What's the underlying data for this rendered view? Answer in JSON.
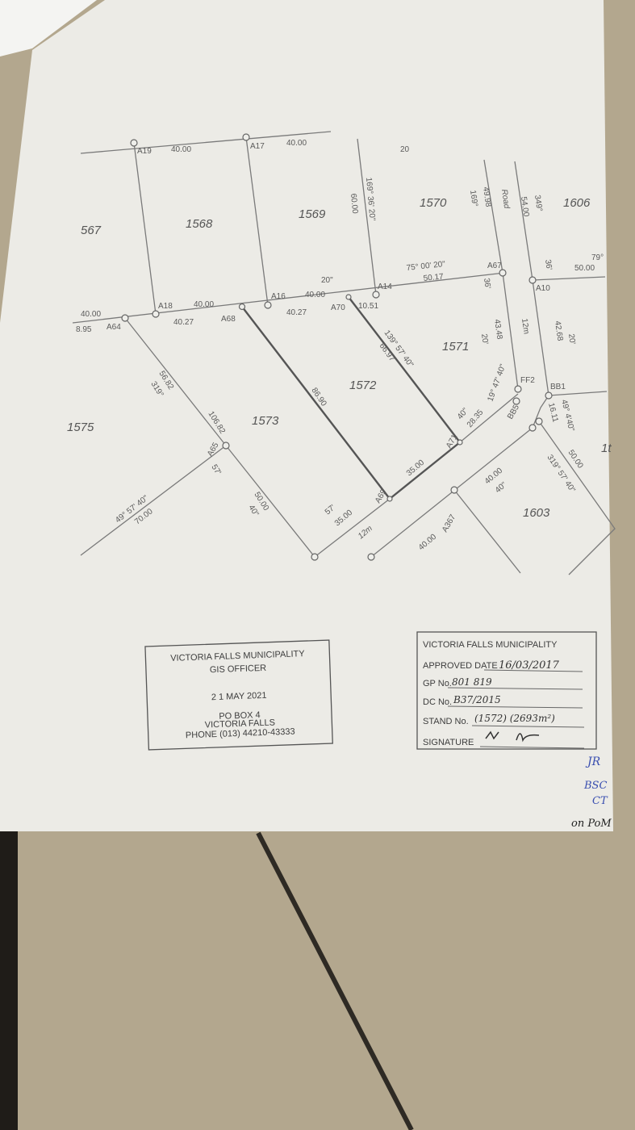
{
  "parcels": [
    "567",
    "1568",
    "1569",
    "1570",
    "1606",
    "1571",
    "1572",
    "1573",
    "1575",
    "1603",
    "1t"
  ],
  "nodes": [
    "A19",
    "A17",
    "A18",
    "A68",
    "A16",
    "A70",
    "A14",
    "A64",
    "A67",
    "A10",
    "A65",
    "A69",
    "A71",
    "A367",
    "BB1",
    "BB5",
    "FF2"
  ],
  "dimensions": {
    "top_a19": "40.00",
    "top_a17": "40.00",
    "mid_a18": "40.00",
    "mid_a18_below": "40.27",
    "mid_a16": "40.00",
    "mid_a16_below": "40.27",
    "a14_small": "10.51",
    "left_top": "40.00",
    "left_below": "8.95",
    "bearing_1569": "169° 36' 20\"",
    "len_1569": "60.00",
    "bearing_a14": "75° 00' 20\"",
    "len_a14": "50.17",
    "seconds_20": "20\"",
    "top_20": "20",
    "road_label": "Road",
    "road_bearing": "169°",
    "road_len": "49.98",
    "east_bearing": "349°",
    "east_len": "54.00",
    "a10_bearing": "79°",
    "a10_len": "50.00",
    "a10_36": "36'",
    "a67_36": "36'",
    "road_width": "12m",
    "road_width_2": "12m",
    "len_43": "43.48",
    "min_20": "20'",
    "len_42": "42.68",
    "min_20b": "20'",
    "bearing_1572": "139° 57' 40\"",
    "len_1572": "66.97",
    "len_a68": "86.90",
    "len_a64": "56.82",
    "bearing_a64": "319°",
    "len_a65": "106.82",
    "bearing_a65": "49° 57' 40\"",
    "len_a65_sw": "70.00",
    "min_57": "57'",
    "len_a65_se": "50.00",
    "sec_40": "40\"",
    "len_a69": "35.00",
    "len_a69_b": "35.00",
    "min_57b": "57'",
    "len_a71": "28.35",
    "sec_40b": "40\"",
    "bearing_ff2": "19° 47' 40\"",
    "len_40a": "40.00",
    "sec_40c": "40\"",
    "len_40b": "40.00",
    "bearing_1603": "319° 57' 40\"",
    "len_1603": "50.00",
    "len_bb": "16.11",
    "bearing_bb": "49° 4'40\""
  },
  "stamp_gis": {
    "org": "VICTORIA FALLS MUNICIPALITY",
    "role": "GIS OFFICER",
    "date": "2 1 MAY 2021",
    "address1": "PO BOX 4",
    "address2": "VICTORIA FALLS",
    "phone": "PHONE (013) 44210-43333"
  },
  "stamp_approval": {
    "org": "VICTORIA FALLS MUNICIPALITY",
    "approved_label": "APPROVED DATE",
    "approved_value": "16/03/2017",
    "gp_label": "GP No.",
    "gp_value": "801 819",
    "dc_label": "DC No.",
    "dc_value": "B37/2015",
    "stand_label": "STAND No.",
    "stand_value": "(1572)  (2693m²)",
    "signature_label": "SIGNATURE"
  },
  "handwritten_notes": [
    "JR",
    "BSC",
    "CT",
    "on PoM"
  ],
  "colors": {
    "paper": "#ecebe6",
    "floor": "#b3a78e",
    "ink": "#5a5a5a",
    "pen": "#3a4fb0"
  }
}
